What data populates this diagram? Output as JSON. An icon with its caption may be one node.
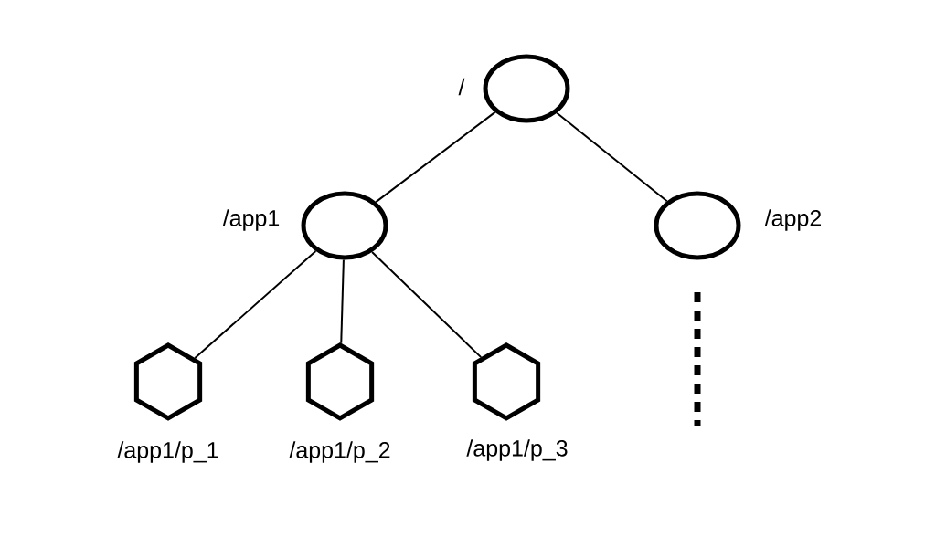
{
  "diagram": {
    "nodes": [
      {
        "text": [],
        "shape": "circle",
        "beside": [
          "/"
        ]
      },
      {
        "text": [],
        "shape": "circle",
        "beside": [
          "/app1"
        ]
      },
      {
        "text": [],
        "shape": "circle",
        "beside": [
          "/app2"
        ]
      },
      {
        "text": [],
        "shape": "hexagon",
        "beside": [
          "/app1/p_1"
        ]
      },
      {
        "text": [],
        "shape": "hexagon",
        "beside": [
          "/app1/p_2"
        ]
      },
      {
        "text": [],
        "shape": "hexagon",
        "beside": [
          "/app1/p_3"
        ]
      }
    ],
    "edges": [
      {
        "from": 0,
        "to": 1,
        "arrow": "none"
      },
      {
        "from": 0,
        "to": 2,
        "arrow": "none"
      },
      {
        "from": 1,
        "to": 3,
        "arrow": "none"
      },
      {
        "from": 1,
        "to": 4,
        "arrow": "none"
      },
      {
        "from": 1,
        "to": 5,
        "arrow": "none"
      }
    ]
  }
}
